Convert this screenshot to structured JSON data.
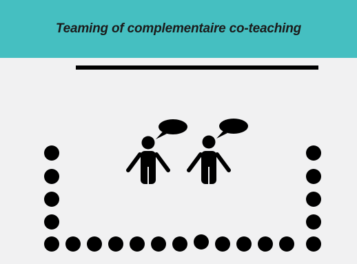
{
  "header": {
    "title": "Teaming of complementaire co-teaching",
    "background": "#45bfc1"
  },
  "scene": {
    "icons": [
      "whiteboard-icon",
      "teacher-with-speech-bubble-icon",
      "student-seat-icon"
    ],
    "teacher_count": 2,
    "left_column_seats": 4,
    "right_column_seats": 4,
    "bottom_row_seats": 13
  }
}
